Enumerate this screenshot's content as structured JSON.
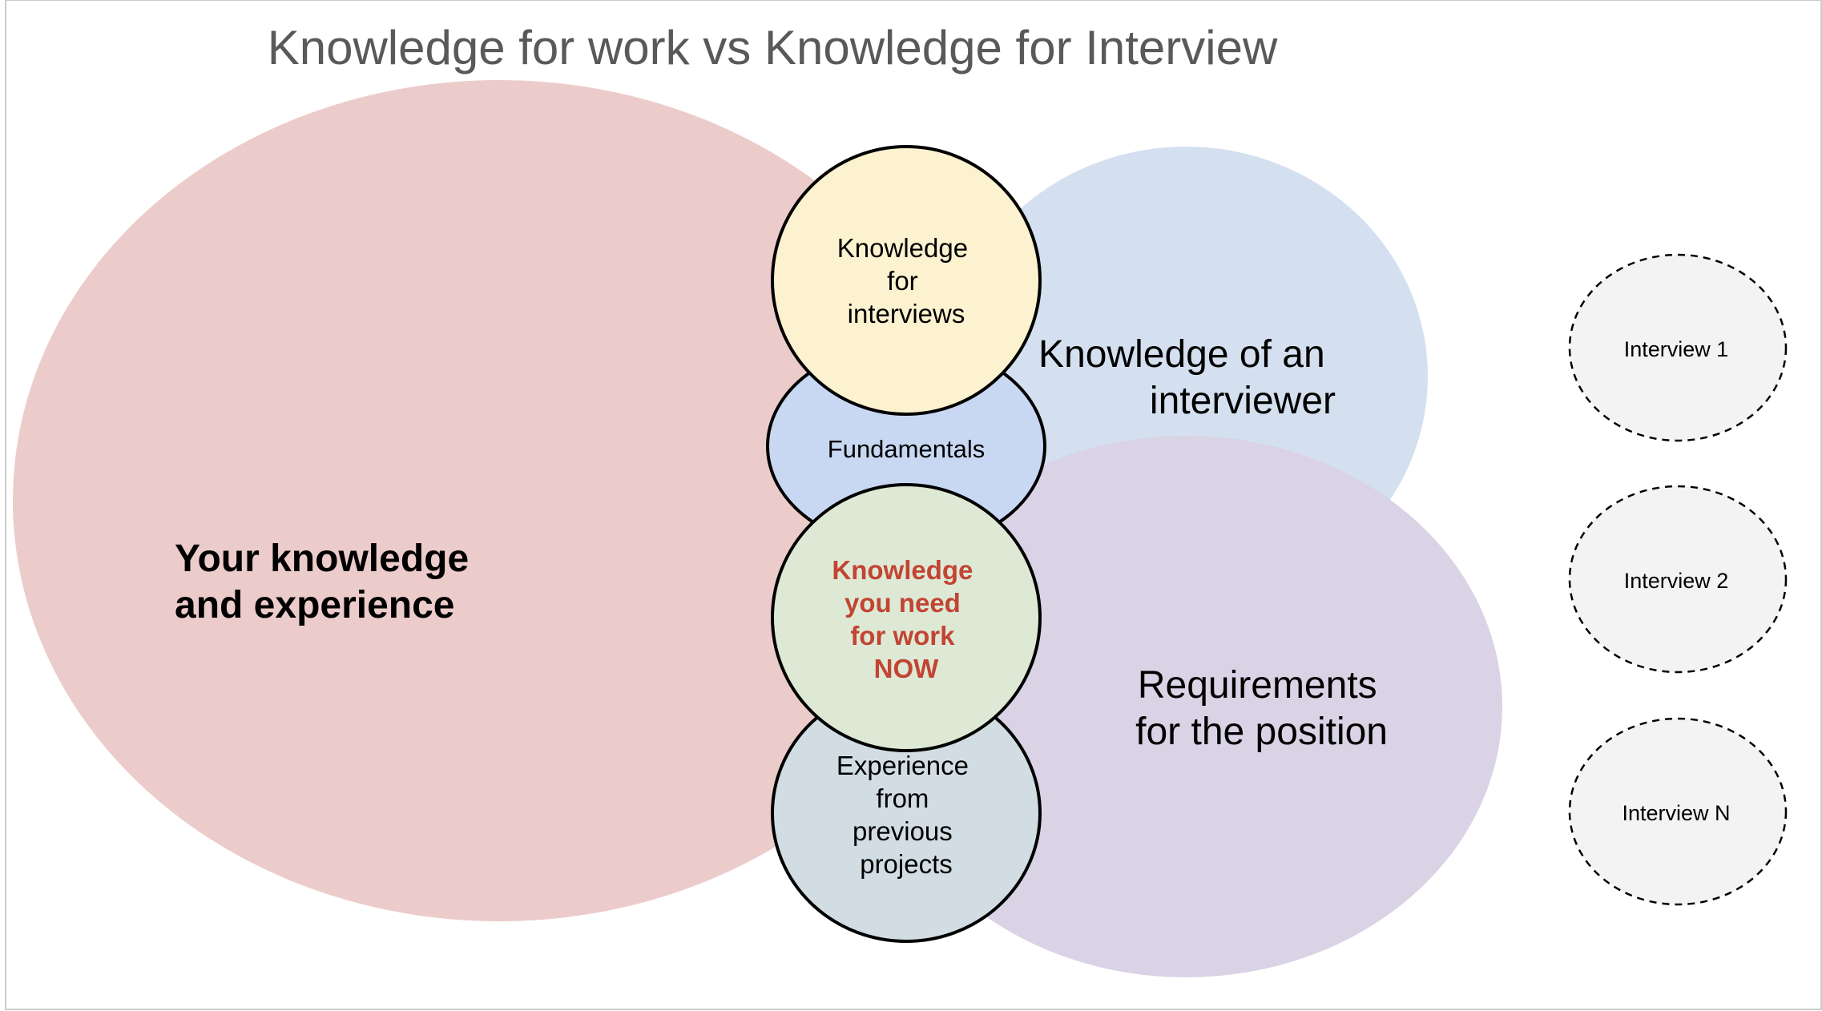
{
  "title": "Knowledge for work vs Knowledge for Interview",
  "regions": {
    "your_knowledge": {
      "lines": [
        "Your knowledge",
        "and experience"
      ],
      "fill": "#ecccca"
    },
    "interviewer_knowledge": {
      "lines": [
        "Knowledge of an",
        "interviewer"
      ],
      "fill": "#d4e0ef"
    },
    "requirements": {
      "lines": [
        "Requirements",
        "for the position"
      ],
      "fill": "#d9d3e5"
    }
  },
  "circles": {
    "interviews": {
      "lines": [
        "Knowledge",
        "for",
        "interviews"
      ],
      "fill": "#fcf2cf"
    },
    "fundamentals": {
      "lines": [
        "Fundamentals"
      ],
      "fill": "#c9d8f2"
    },
    "work_now": {
      "lines": [
        "Knowledge",
        "you need",
        "for work",
        "NOW"
      ],
      "fill": "#dde9d5",
      "text_color": "#c24433"
    },
    "experience": {
      "lines": [
        "Experience",
        "from",
        "previous",
        "projects"
      ],
      "fill": "#d1dde3"
    }
  },
  "interviews": [
    {
      "label": "Interview 1"
    },
    {
      "label": "Interview 2"
    },
    {
      "label": "Interview N"
    }
  ],
  "colors": {
    "title": "#595959",
    "text": "#000000",
    "interview_fill": "#f3f3f3",
    "outline": "#000000",
    "frame": "#cccccc"
  }
}
